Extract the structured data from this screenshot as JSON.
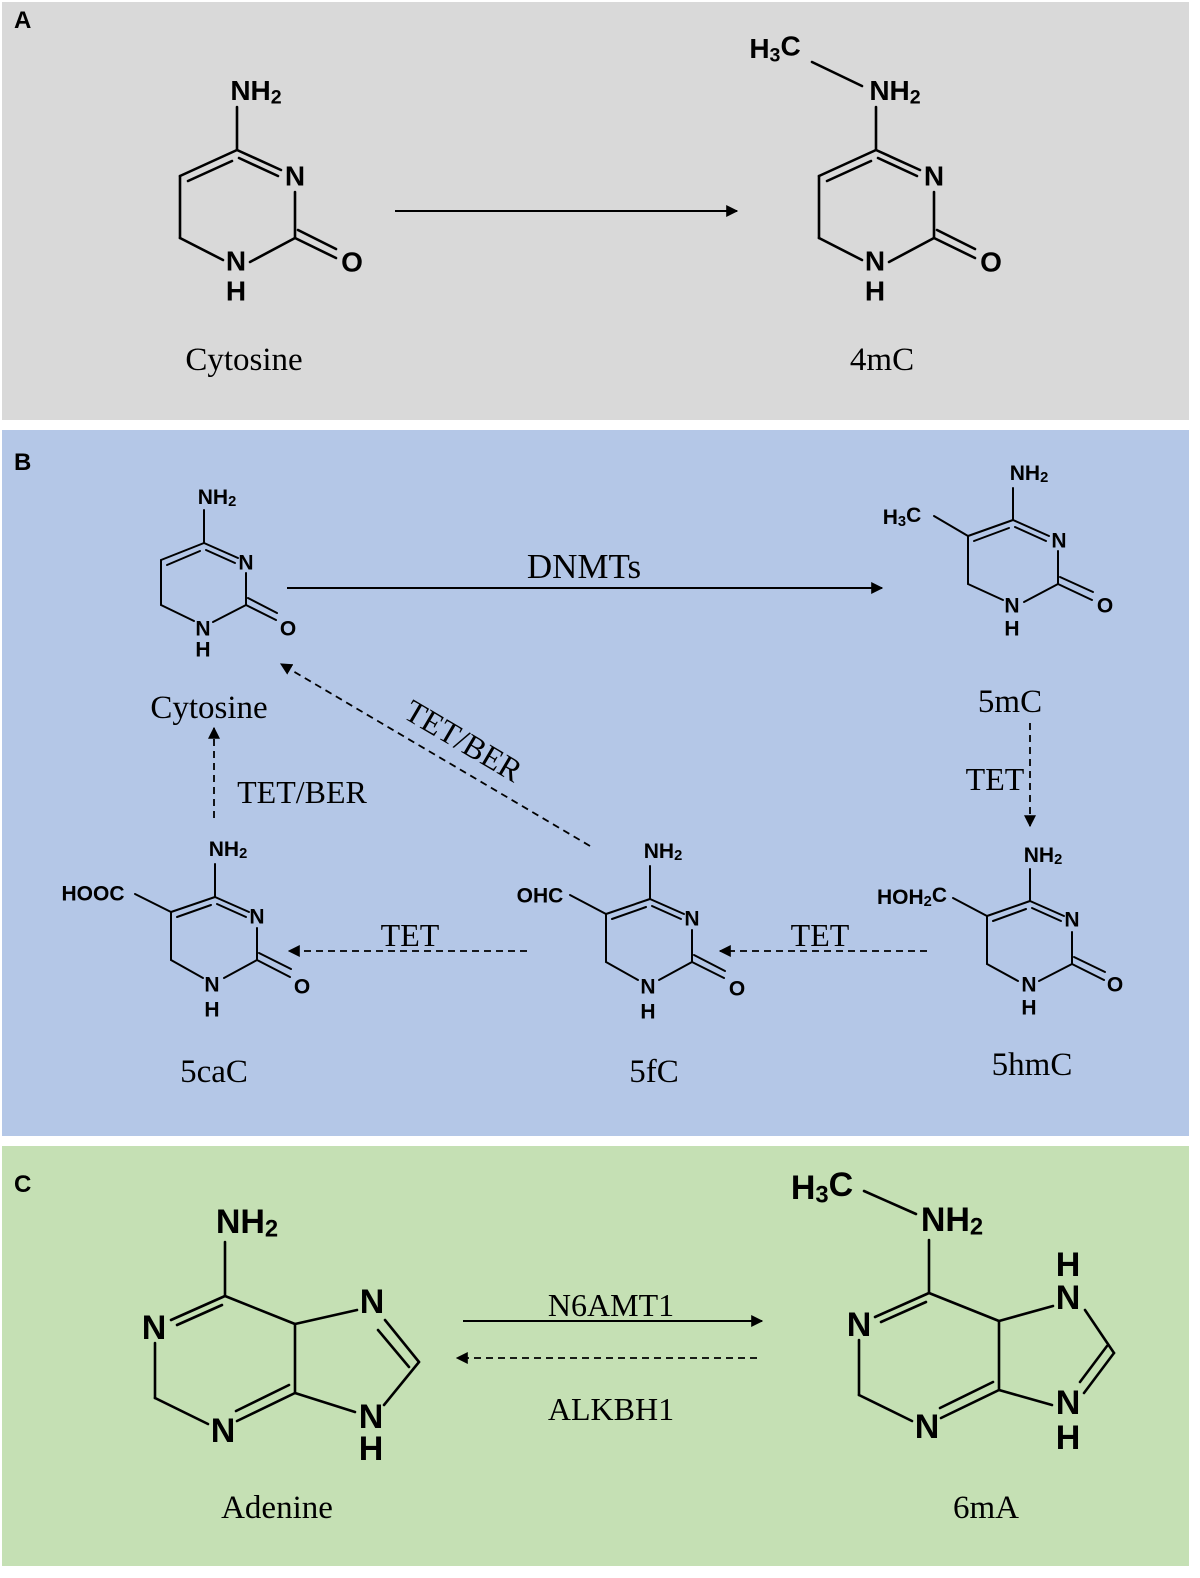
{
  "panels": {
    "a": {
      "letter": "A",
      "substrate": {
        "name": "Cytosine",
        "amine": "NH2",
        "ring_n": "N",
        "ring_nh": "N",
        "ring_h": "H",
        "carbonyl": "O"
      },
      "product": {
        "name": "4mC",
        "methyl": "H3C",
        "amine": "NH2",
        "ring_n": "N",
        "ring_nh": "N",
        "ring_h": "H",
        "carbonyl": "O"
      }
    },
    "b": {
      "letter": "B",
      "cytosine": {
        "name": "Cytosine",
        "amine": "NH2",
        "ring_n": "N",
        "ring_nh": "N",
        "ring_h": "H",
        "carbonyl": "O"
      },
      "m5c": {
        "name": "5mC",
        "methyl": "H3C",
        "amine": "NH2",
        "ring_n": "N",
        "ring_nh": "N",
        "ring_h": "H",
        "carbonyl": "O"
      },
      "hm5c": {
        "name": "5hmC",
        "substituent": "HOH2C",
        "amine": "NH2",
        "ring_n": "N",
        "ring_nh": "N",
        "ring_h": "H",
        "carbonyl": "O"
      },
      "f5c": {
        "name": "5fC",
        "substituent": "OHC",
        "amine": "NH2",
        "ring_n": "N",
        "ring_nh": "N",
        "ring_h": "H",
        "carbonyl": "O"
      },
      "ca5c": {
        "name": "5caC",
        "substituent": "HOOC",
        "amine": "NH2",
        "ring_n": "N",
        "ring_nh": "N",
        "ring_h": "H",
        "carbonyl": "O"
      },
      "enzymes": {
        "cytosine_to_5mc": "DNMTs",
        "m5c_to_5hmc": "TET",
        "hm5c_to_5fc": "TET",
        "f5c_to_5cac": "TET",
        "f5c_to_cytosine": "TET/BER",
        "ca5c_to_cytosine": "TET/BER"
      }
    },
    "c": {
      "letter": "C",
      "substrate": {
        "name": "Adenine",
        "amine": "NH2",
        "n1": "N",
        "n3": "N",
        "n7": "N",
        "n9": "N",
        "h9": "H"
      },
      "product": {
        "name": "6mA",
        "methyl": "H3C",
        "amine": "NH2",
        "n1": "N",
        "n3": "N",
        "n7": "N",
        "h7": "H",
        "n9": "N",
        "h9": "H"
      },
      "enzymes": {
        "forward": "N6AMT1",
        "reverse": "ALKBH1"
      }
    }
  },
  "colors": {
    "panel_a_bg": "#d9d9d9",
    "panel_b_bg": "#b4c7e7",
    "panel_c_bg": "#c5e0b4",
    "ink": "#000000"
  }
}
